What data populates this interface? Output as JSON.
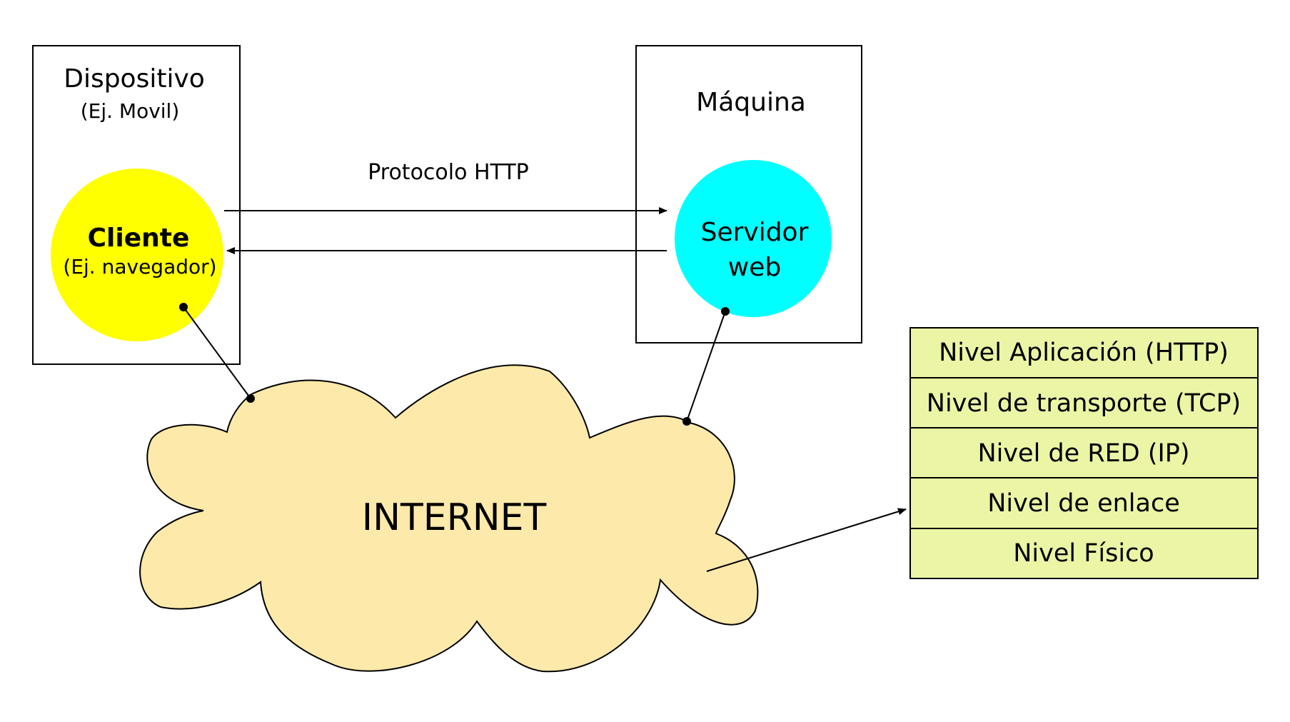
{
  "device": {
    "title": "Dispositivo",
    "subtitle": "(Ej. Movil)"
  },
  "client": {
    "title": "Cliente",
    "subtitle": "(Ej. navegador)",
    "color": "#ffff00"
  },
  "machine": {
    "title": "Máquina"
  },
  "server": {
    "line1": "Servidor",
    "line2": "web",
    "color": "#00ffff"
  },
  "protocol": {
    "label": "Protocolo HTTP",
    "color": "#0000ff"
  },
  "internet": {
    "label": "INTERNET",
    "color": "#fde9a9"
  },
  "layers": {
    "color": "#ebf5a5",
    "items": [
      "Nivel Aplicación (HTTP)",
      "Nivel de transporte (TCP)",
      "Nivel de RED (IP)",
      "Nivel de enlace",
      "Nivel Físico"
    ]
  }
}
